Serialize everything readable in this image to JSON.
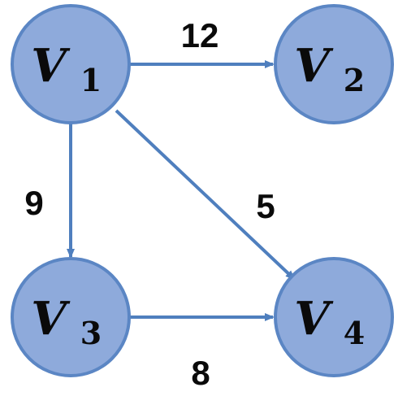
{
  "graph": {
    "nodes": [
      {
        "id": "v1",
        "letter": "V",
        "subscript": "1"
      },
      {
        "id": "v2",
        "letter": "V",
        "subscript": "2"
      },
      {
        "id": "v3",
        "letter": "V",
        "subscript": "3"
      },
      {
        "id": "v4",
        "letter": "V",
        "subscript": "4"
      }
    ],
    "edges": [
      {
        "from": "v1",
        "to": "v2",
        "weight": "12"
      },
      {
        "from": "v1",
        "to": "v3",
        "weight": "9"
      },
      {
        "from": "v1",
        "to": "v4",
        "weight": "5"
      },
      {
        "from": "v3",
        "to": "v4",
        "weight": "8"
      }
    ],
    "colors": {
      "node_fill": "#8eaadb",
      "node_stroke": "#5b86c4",
      "edge": "#4f7fbe",
      "text": "#0a0a0a"
    }
  }
}
